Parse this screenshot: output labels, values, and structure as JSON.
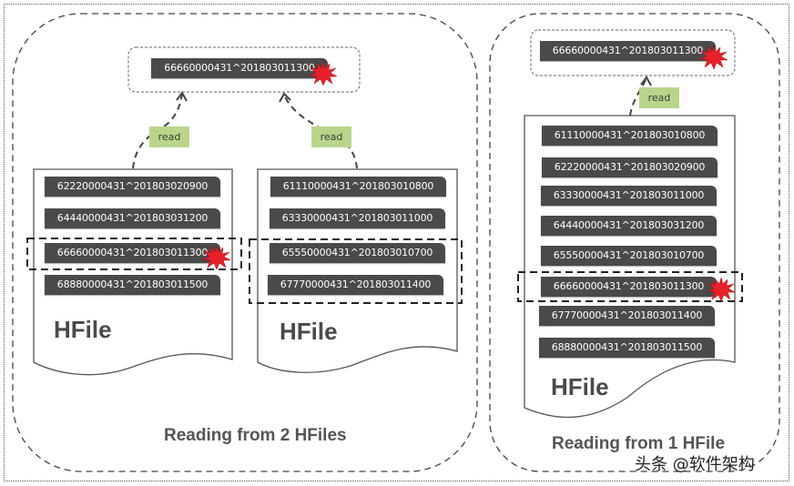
{
  "panels": {
    "left": {
      "caption": "Reading from 2 HFiles",
      "result_key": "66660000431^201803011300",
      "read_label_1": "read",
      "read_label_2": "read",
      "hfile1": {
        "label": "HFile",
        "keys": [
          "62220000431^201803020900",
          "64440000431^201803031200",
          "66660000431^201803011300",
          "68880000431^201803011500"
        ]
      },
      "hfile2": {
        "label": "HFile",
        "keys": [
          "61110000431^201803010800",
          "63330000431^201803011000",
          "65550000431^201803010700",
          "67770000431^201803011400"
        ]
      }
    },
    "right": {
      "caption": "Reading from 1 HFile",
      "result_key": "66660000431^201803011300",
      "read_label": "read",
      "hfile": {
        "label": "HFile",
        "keys": [
          "61110000431^201803010800",
          "62220000431^201803020900",
          "63330000431^201803011000",
          "64440000431^201803031200",
          "65550000431^201803010700",
          "66660000431^201803011300",
          "67770000431^201803011400",
          "68880000431^201803011500"
        ]
      }
    }
  },
  "watermark": "头条 @软件架构",
  "colors": {
    "key_bg": "#4a4a4a",
    "read_bg": "#b9d58a",
    "star": "#e8202a"
  }
}
